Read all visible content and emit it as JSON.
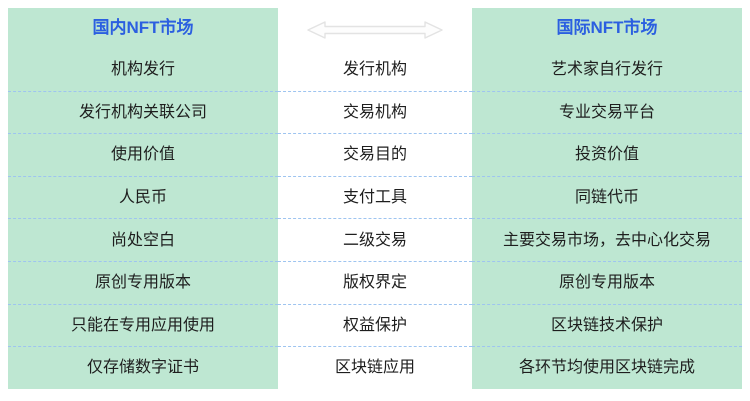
{
  "left_panel": {
    "title": "国内NFT市场",
    "rows": [
      "机构发行",
      "发行机构关联公司",
      "使用价值",
      "人民币",
      "尚处空白",
      "原创专用版本",
      "只能在专用应用使用",
      "仅存储数字证书"
    ]
  },
  "center_column": {
    "arrow_icon": "left-right-arrow",
    "rows": [
      "发行机构",
      "交易机构",
      "交易目的",
      "支付工具",
      "二级交易",
      "版权界定",
      "权益保护",
      "区块链应用"
    ]
  },
  "right_panel": {
    "title": "国际NFT市场",
    "rows": [
      "艺术家自行发行",
      "专业交易平台",
      "投资价值",
      "同链代币",
      "主要交易市场，去中心化交易",
      "原创专用版本",
      "区块链技术保护",
      "各环节均使用区块链完成"
    ]
  },
  "colors": {
    "panel_background": "#bee7d2",
    "title_text": "#2b5fe0",
    "body_text": "#1e1e1e",
    "divider": "#9ec4f0",
    "arrow_outline": "#e3e3e3"
  }
}
